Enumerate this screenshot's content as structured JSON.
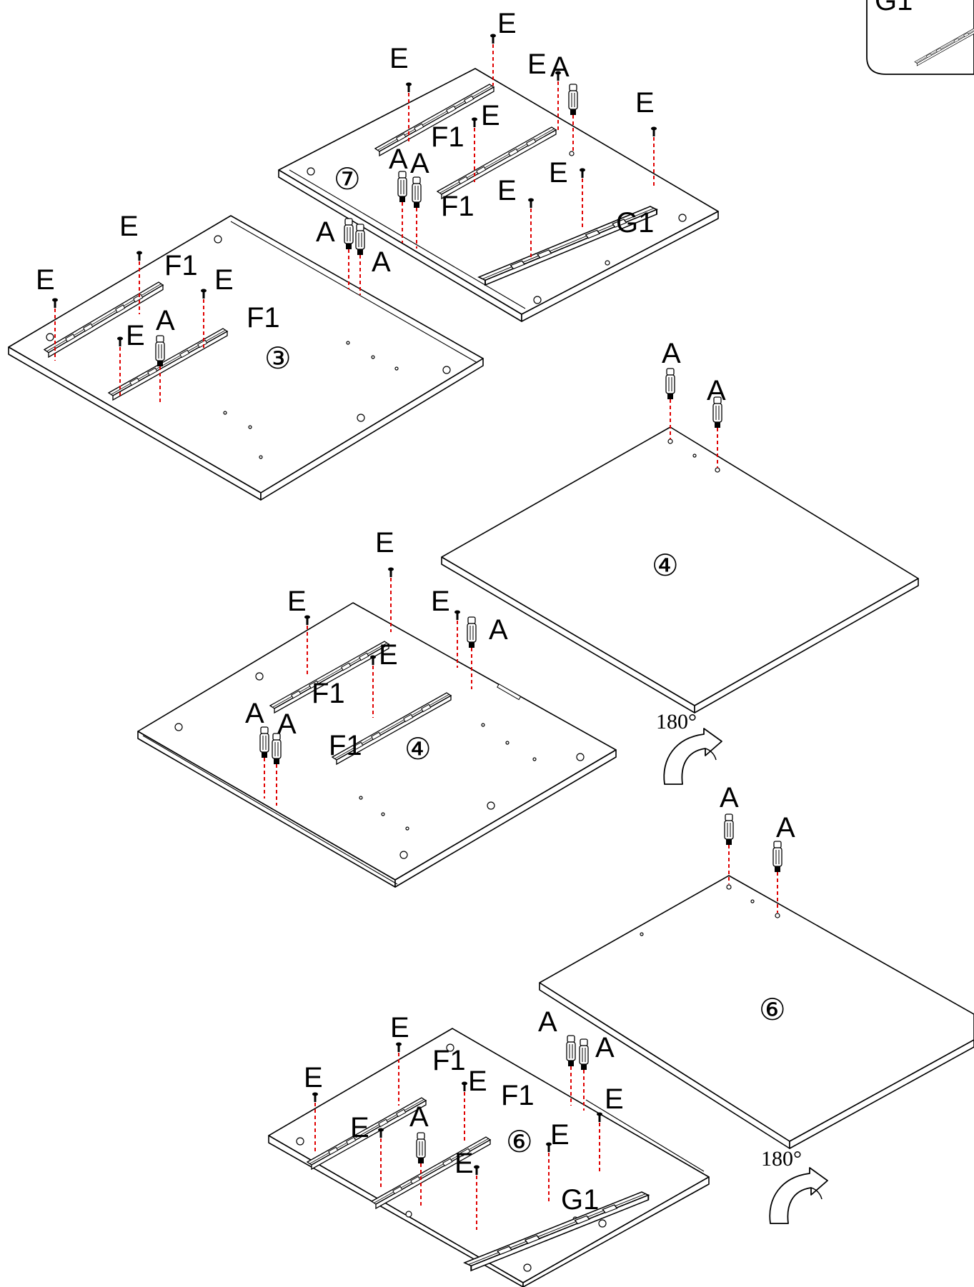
{
  "part_labels": {
    "cam_bolt": "A",
    "screw": "E",
    "rail_small": "F1",
    "rail_large": "G1",
    "inset_fragment": "G1"
  },
  "panel_numbers": {
    "panel_7": "⑦",
    "panel_3": "③",
    "panel_4_flipped": "④",
    "panel_4_rails": "④",
    "panel_6_flipped": "⑥",
    "panel_6_rails": "⑥"
  },
  "rotation_labels": {
    "panel_4": "180°",
    "panel_6": "180°"
  },
  "colors": {
    "guide_line": "#e00000",
    "line": "#000000"
  },
  "icons": [
    "rotate-180-arrow-icon",
    "cam-bolt-icon",
    "screw-icon"
  ]
}
